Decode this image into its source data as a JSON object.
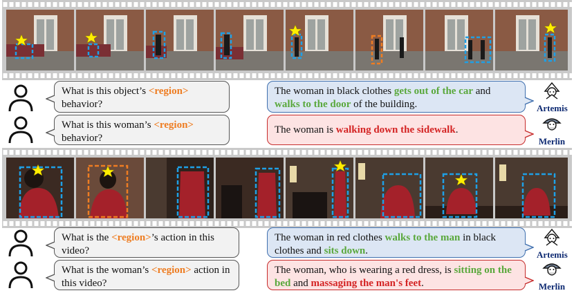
{
  "rows": [
    {
      "question_parts": [
        "What is this object’s ",
        "<region>",
        " behavior?"
      ]
    },
    {
      "question_parts": [
        "What is this woman’s ",
        "<region>",
        " behavior?"
      ]
    },
    {
      "question_parts": [
        "What is the ",
        "<region>",
        "’s action in this video?"
      ]
    },
    {
      "question_parts": [
        "What is the woman’s ",
        "<region>",
        " action in this video?"
      ]
    }
  ],
  "answers": [
    {
      "bot": "Artemis",
      "parts": [
        "The woman in black clothes ",
        "gets out of the car",
        " and ",
        "walks to the door",
        " of the building."
      ]
    },
    {
      "bot": "Merlin",
      "parts": [
        "The woman is ",
        "walking down the sidewalk",
        "."
      ]
    },
    {
      "bot": "Artemis",
      "parts": [
        "The woman in red clothes ",
        "walks to the man",
        " in black clothes and ",
        "sits down",
        "."
      ]
    },
    {
      "bot": "Merlin",
      "parts": [
        "The woman, who is wearing a red dress, is ",
        "sitting on the bed",
        " and ",
        "massaging the man's feet",
        "."
      ]
    }
  ],
  "colors": {
    "region": "#ee7d22",
    "correct": "#5aa83c",
    "wrong": "#d42424",
    "box_blue": "#1ea0e6",
    "box_orange": "#ee7d22",
    "star": "#ffee00",
    "artemis_bubble": "#dce6f4",
    "merlin_bubble": "#fde3e3"
  },
  "icons": [
    "user-icon",
    "artemis-avatar-icon",
    "merlin-avatar-icon",
    "star-icon"
  ]
}
